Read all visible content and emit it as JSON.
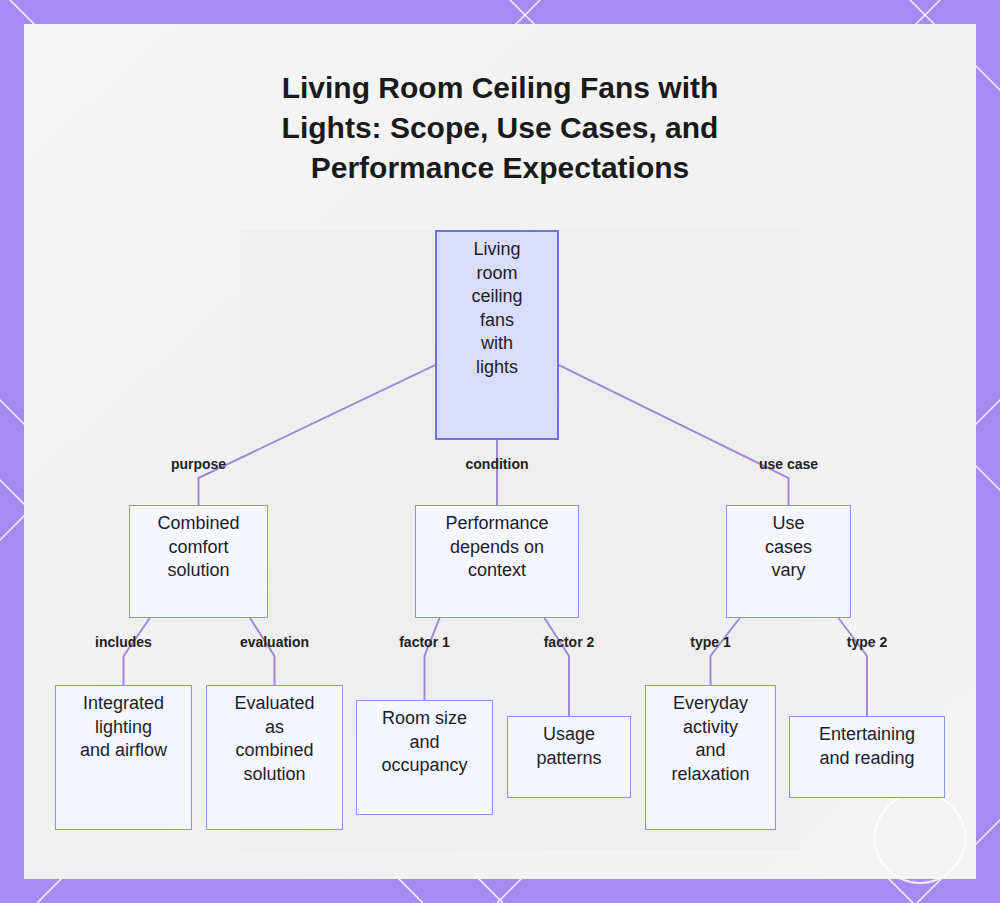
{
  "diagram": {
    "title": "Living Room Ceiling Fans with Lights: Scope, Use Cases, and Performance Expectations",
    "nodes": [
      {
        "text": [
          "Living room ceiling fans with lights"
        ]
      },
      {
        "text": [
          "Combined comfort solution"
        ]
      },
      {
        "text": [
          "Performance depends on context"
        ]
      },
      {
        "text": [
          "Use cases vary"
        ]
      },
      {
        "text": [
          "Integrated lighting and airflow"
        ]
      },
      {
        "text": [
          "Evaluated as combined solution"
        ]
      },
      {
        "text": [
          "Room size and occupancy"
        ]
      },
      {
        "text": [
          "Usage patterns"
        ]
      },
      {
        "text": [
          "Everyday activity and relaxation"
        ]
      },
      {
        "text": [
          "Entertaining and reading"
        ]
      }
    ],
    "edges": [
      {
        "from": 0,
        "to": 1,
        "label": "purpose",
        "arrow": "none"
      },
      {
        "from": 0,
        "to": 2,
        "label": "condition",
        "arrow": "none"
      },
      {
        "from": 0,
        "to": 3,
        "label": "use case",
        "arrow": "none"
      },
      {
        "from": 1,
        "to": 4,
        "label": "includes",
        "arrow": "none"
      },
      {
        "from": 1,
        "to": 5,
        "label": "evaluation",
        "arrow": "none"
      },
      {
        "from": 2,
        "to": 6,
        "label": "factor 1",
        "arrow": "none"
      },
      {
        "from": 2,
        "to": 7,
        "label": "factor 2",
        "arrow": "none"
      },
      {
        "from": 3,
        "to": 8,
        "label": "type 1",
        "arrow": "none"
      },
      {
        "from": 3,
        "to": 9,
        "label": "type 2",
        "arrow": "none"
      }
    ]
  }
}
